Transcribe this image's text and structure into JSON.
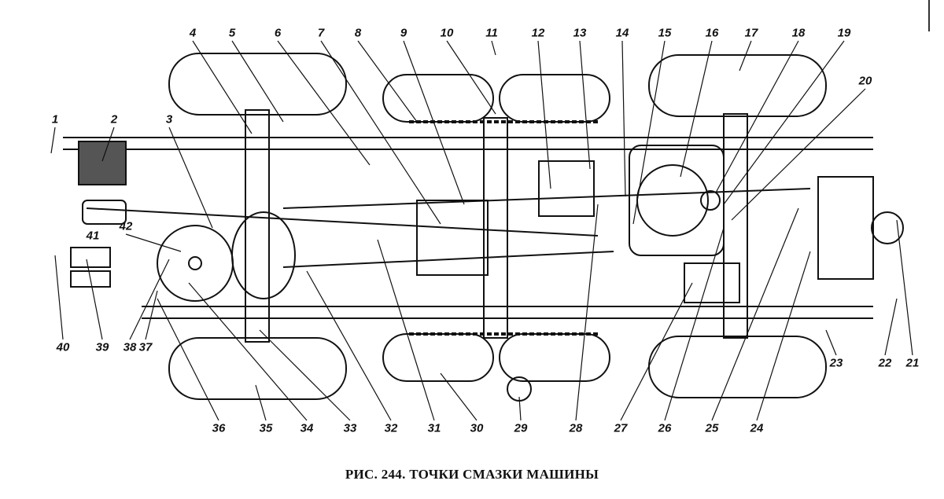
{
  "caption": "РИС. 244. ТОЧКИ СМАЗКИ МАШИНЫ",
  "labels": {
    "1": "1",
    "2": "2",
    "3": "3",
    "4": "4",
    "5": "5",
    "6": "6",
    "7": "7",
    "8": "8",
    "9": "9",
    "10": "10",
    "11": "11",
    "12": "12",
    "13": "13",
    "14": "14",
    "15": "15",
    "16": "16",
    "17": "17",
    "18": "18",
    "19": "19",
    "20": "20",
    "21": "21",
    "22": "22",
    "23": "23",
    "24": "24",
    "25": "25",
    "26": "26",
    "27": "27",
    "28": "28",
    "29": "29",
    "30": "30",
    "31": "31",
    "32": "32",
    "33": "33",
    "34": "34",
    "35": "35",
    "36": "36",
    "37": "37",
    "38": "38",
    "39": "39",
    "40": "40",
    "41": "41",
    "42": "42"
  }
}
